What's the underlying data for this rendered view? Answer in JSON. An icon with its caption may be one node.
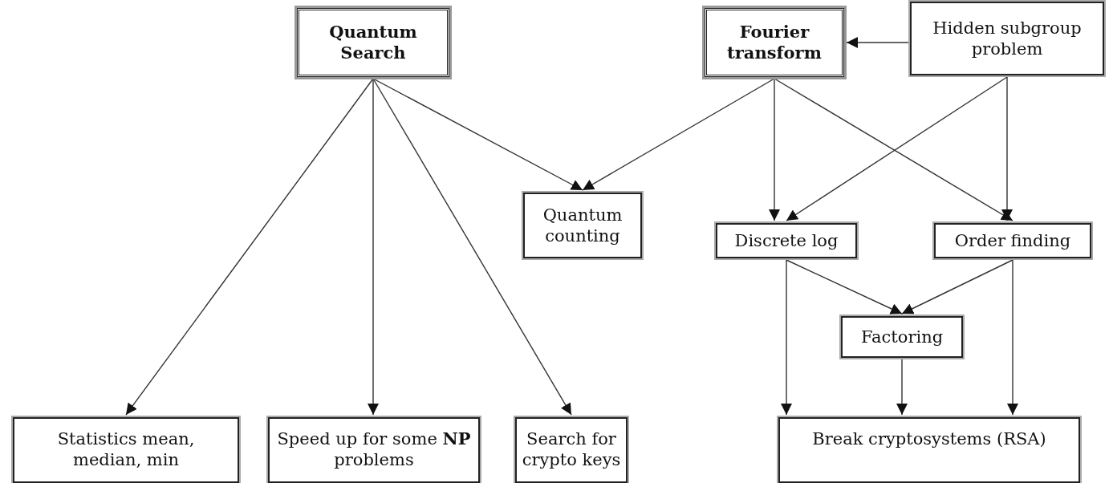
{
  "diagram": {
    "nodes": [
      {
        "text": [
          "Quantum Search"
        ]
      },
      {
        "text": [
          "Fourier transform"
        ]
      },
      {
        "text": [
          "Hidden subgroup problem"
        ]
      },
      {
        "text": [
          "Quantum counting"
        ]
      },
      {
        "text": [
          "Discrete log"
        ]
      },
      {
        "text": [
          "Order finding"
        ]
      },
      {
        "text": [
          "Factoring"
        ]
      },
      {
        "text": [
          "Statistics mean, median, min"
        ]
      },
      {
        "text": [
          "Speed up for some **NP** problems"
        ]
      },
      {
        "text": [
          "Search for crypto keys"
        ]
      },
      {
        "text": [
          "Break cryptosystems (RSA)"
        ]
      }
    ],
    "edges": [
      {
        "from": 0,
        "to": 7,
        "arrow": "to"
      },
      {
        "from": 0,
        "to": 8,
        "arrow": "to"
      },
      {
        "from": 0,
        "to": 9,
        "arrow": "to"
      },
      {
        "from": 0,
        "to": 3,
        "arrow": "to"
      },
      {
        "from": 1,
        "to": 3,
        "arrow": "to"
      },
      {
        "from": 1,
        "to": 4,
        "arrow": "to"
      },
      {
        "from": 1,
        "to": 5,
        "arrow": "to"
      },
      {
        "from": 2,
        "to": 1,
        "arrow": "to"
      },
      {
        "from": 2,
        "to": 4,
        "arrow": "to"
      },
      {
        "from": 2,
        "to": 5,
        "arrow": "to"
      },
      {
        "from": 4,
        "to": 6,
        "arrow": "to"
      },
      {
        "from": 5,
        "to": 6,
        "arrow": "to"
      },
      {
        "from": 4,
        "to": 10,
        "arrow": "to"
      },
      {
        "from": 6,
        "to": 10,
        "arrow": "to"
      },
      {
        "from": 5,
        "to": 10,
        "arrow": "to"
      }
    ]
  }
}
